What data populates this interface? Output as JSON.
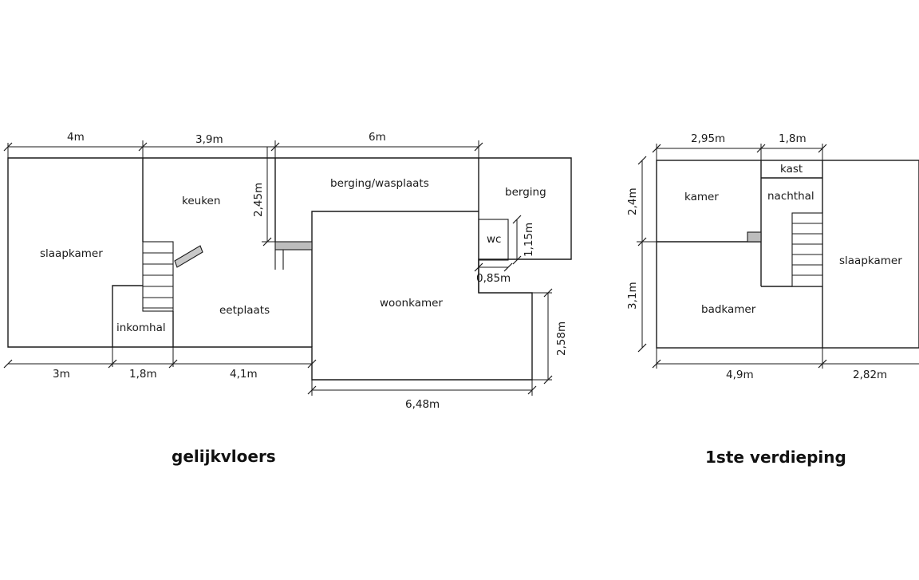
{
  "titles": {
    "ground_floor": "gelijkvloers",
    "first_floor": "1ste verdieping"
  },
  "ground_floor": {
    "rooms": {
      "slaapkamer": "slaapkamer",
      "keuken": "keuken",
      "inkomhal": "inkomhal",
      "eetplaats": "eetplaats",
      "berging_wasplaats": "berging/wasplaats",
      "berging": "berging",
      "wc": "wc",
      "woonkamer": "woonkamer"
    },
    "dimensions": {
      "top_1": "4m",
      "top_2": "3,9m",
      "top_3": "6m",
      "bottom_1": "3m",
      "bottom_2": "1,8m",
      "bottom_3": "4,1m",
      "bottom_4": "6,48m",
      "vertical_1": "2,45m",
      "vertical_wc": "1,15m",
      "wc_width": "0,85m",
      "vertical_right": "2,58m"
    }
  },
  "first_floor": {
    "rooms": {
      "kamer": "kamer",
      "kast": "kast",
      "nachthal": "nachthal",
      "slaapkamer": "slaapkamer",
      "badkamer": "badkamer"
    },
    "dimensions": {
      "top_1": "2,95m",
      "top_2": "1,8m",
      "left_1": "2,4m",
      "left_2": "3,1m",
      "bottom_1": "4,9m",
      "bottom_2": "2,82m"
    }
  }
}
